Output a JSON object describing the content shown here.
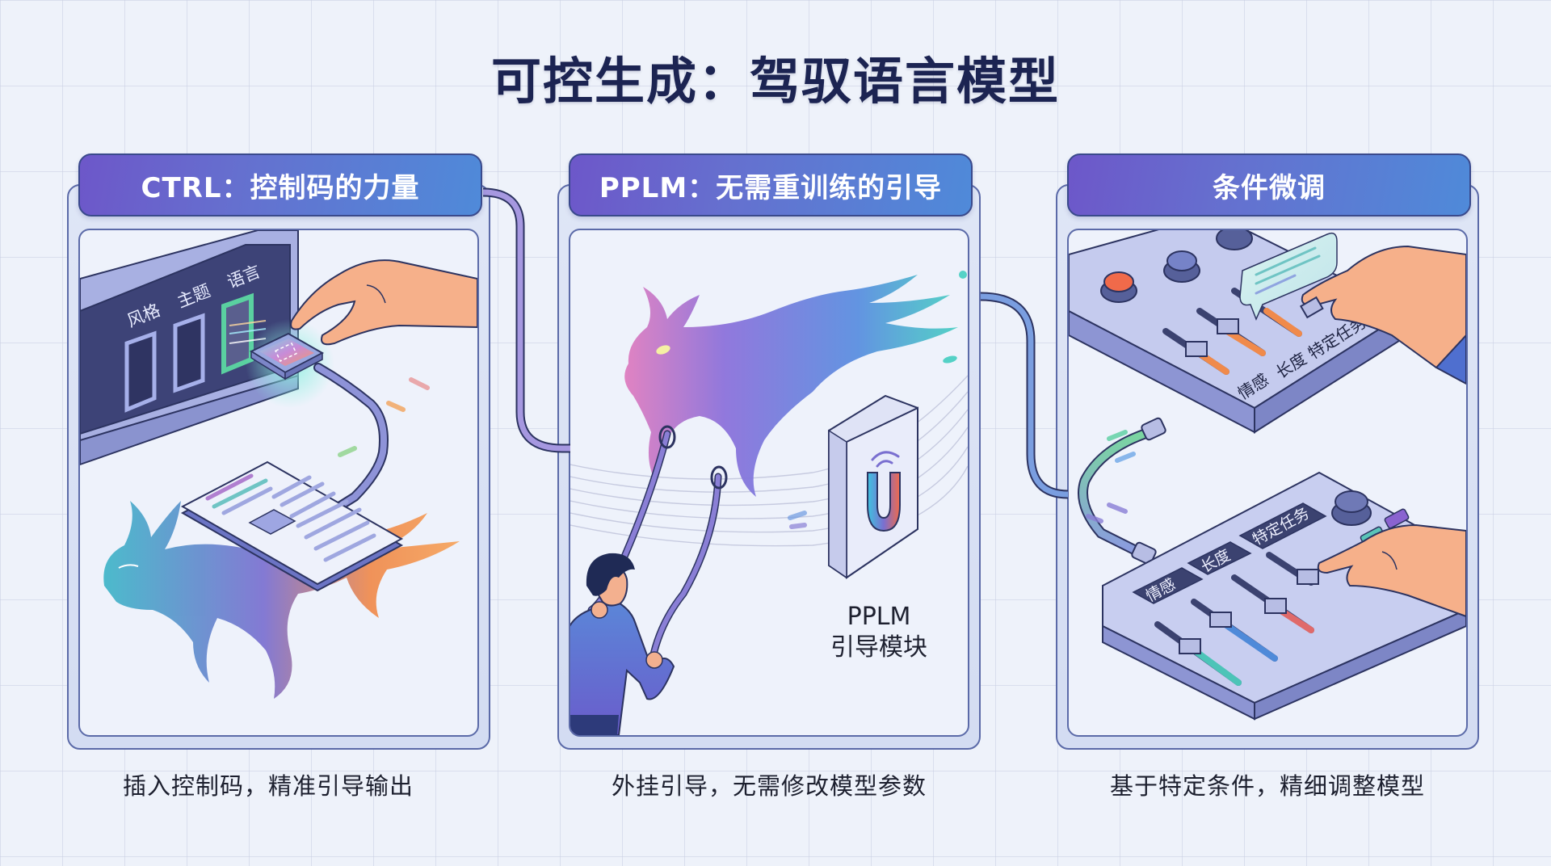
{
  "title": "可控生成：驾驭语言模型",
  "panels": [
    {
      "header": "CTRL：控制码的力量",
      "caption": "插入控制码，精准引导输出",
      "illustration": {
        "slot_labels": [
          "风格",
          "主题",
          "语言"
        ],
        "active_slot": "语言",
        "icons": [
          "control-code-chip-icon",
          "hand-icon",
          "cable-icon",
          "document-icon",
          "flame-creature-icon"
        ]
      }
    },
    {
      "header": "PPLM：无需重训练的引导",
      "caption": "外挂引导，无需修改模型参数",
      "illustration": {
        "module_label_line1": "PPLM",
        "module_label_line2": "引导模块",
        "icons": [
          "spirit-creature-icon",
          "person-holding-reins-icon",
          "magnet-icon",
          "signal-icon"
        ]
      }
    },
    {
      "header": "条件微调",
      "caption": "基于特定条件，精细调整模型",
      "illustration": {
        "top_console_labels": [
          "情感",
          "长度",
          "特定任务"
        ],
        "bottom_console_labels": [
          "情感",
          "长度",
          "特定任务"
        ],
        "icons": [
          "mixer-console-icon",
          "knob-icon",
          "slider-icon",
          "hand-icon",
          "speech-bubble-icon",
          "cable-icon"
        ]
      }
    }
  ],
  "colors": {
    "title": "#1c2452",
    "header_gradient_start": "#6d57c9",
    "header_gradient_end": "#4f8ad9",
    "panel_border": "#5b6aa8",
    "background": "#eef2fa",
    "accent_orange": "#f0874a",
    "accent_teal": "#4cc4b8"
  }
}
